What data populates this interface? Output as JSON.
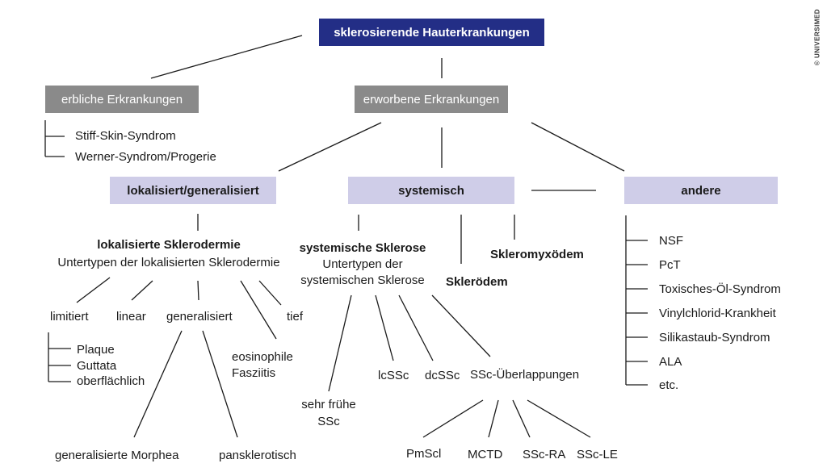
{
  "root": "sklerosierende Hauterkrankungen",
  "level1": {
    "hereditary": "erbliche Erkrankungen",
    "acquired": "erworbene Erkrankungen"
  },
  "hereditary_items": [
    "Stiff-Skin-Syndrom",
    "Werner-Syndrom/Progerie"
  ],
  "level2": {
    "localized": "lokalisiert/generalisiert",
    "systemic": "systemisch",
    "other": "andere"
  },
  "localized": {
    "title": "lokalisierte Sklerodermie",
    "subtitle": "Untertypen der lokalisierten Sklerodermie",
    "limited": "limitiert",
    "linear": "linear",
    "generalized": "generalisiert",
    "deep": "tief",
    "limited_items": [
      "Plaque",
      "Guttata",
      "oberflächlich"
    ],
    "eosinophilic_line1": "eosinophile",
    "eosinophilic_line2": "Fasziitis",
    "generalized_morphea": "generalisierte Morphea",
    "pansclerotic": "pansklerotisch"
  },
  "systemic": {
    "title": "systemische Sklerose",
    "subtitle_line1": "Untertypen der",
    "subtitle_line2": "systemischen Sklerose",
    "scleredema": "Sklerödem",
    "scleromyxedema": "Skleromyxödem",
    "very_early_line1": "sehr frühe",
    "very_early_line2": "SSc",
    "lcssc": "lcSSc",
    "dcssc": "dcSSc",
    "overlap": "SSc-Überlappungen",
    "overlap_items": [
      "PmScl",
      "MCTD",
      "SSc-RA",
      "SSc-LE"
    ]
  },
  "other_items": [
    "NSF",
    "PcT",
    "Toxisches-Öl-Syndrom",
    "Vinylchlorid-Krankheit",
    "Silikastaub-Syndrom",
    "ALA",
    "etc."
  ],
  "copyright": "© UNIVERSIMED",
  "colors": {
    "root": "#232e86",
    "level1": "#8a8a8a",
    "level2": "#cfcde8",
    "line": "#1a1a1a"
  }
}
